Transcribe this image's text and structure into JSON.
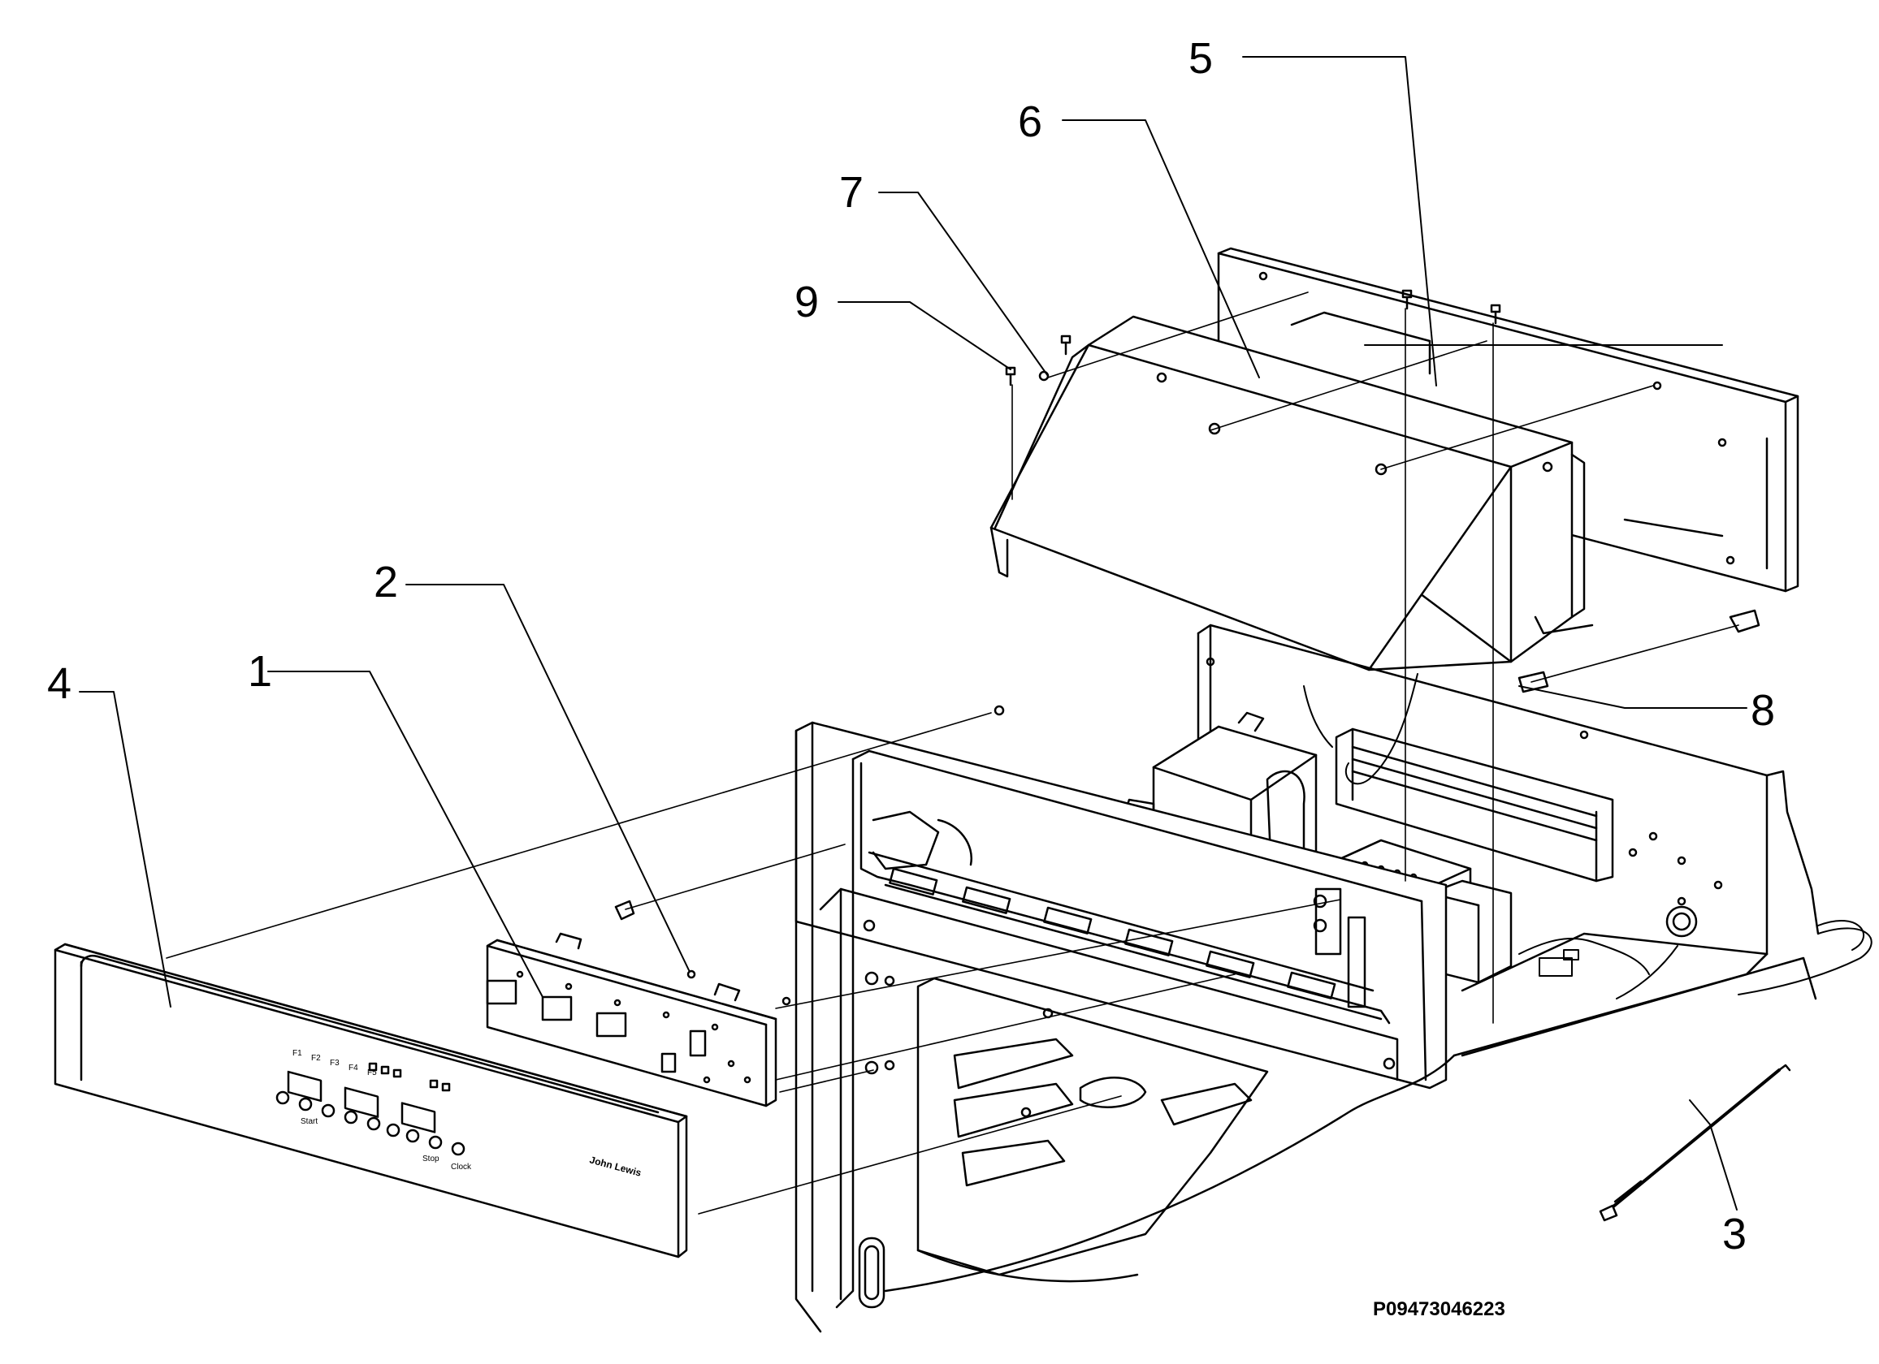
{
  "diagram": {
    "reference_code": "P09473046223",
    "brand_label": "John Lewis",
    "panel_button_labels": [
      "F1",
      "F2",
      "F3",
      "F4",
      "F5",
      "Start",
      "Stop",
      "Clock"
    ],
    "callouts": [
      {
        "id": "1",
        "label": "1"
      },
      {
        "id": "2",
        "label": "2"
      },
      {
        "id": "3",
        "label": "3"
      },
      {
        "id": "4",
        "label": "4"
      },
      {
        "id": "5",
        "label": "5"
      },
      {
        "id": "6",
        "label": "6"
      },
      {
        "id": "7",
        "label": "7"
      },
      {
        "id": "8",
        "label": "8"
      },
      {
        "id": "9",
        "label": "9"
      }
    ]
  },
  "colors": {
    "line": "#000000",
    "background": "#ffffff"
  }
}
